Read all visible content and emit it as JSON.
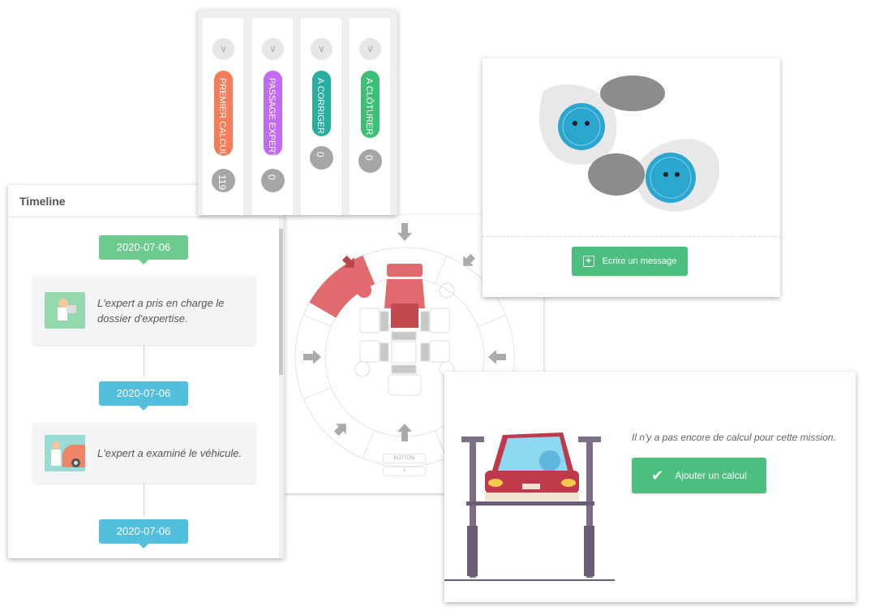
{
  "kanban": {
    "columns": [
      {
        "label": "PREMIER CALCUL",
        "count": "119",
        "color": "#f47c5a"
      },
      {
        "label": "PASSAGE EXPERT",
        "count": "0",
        "color": "#c36af2"
      },
      {
        "label": "A CORRIGER",
        "count": "0",
        "color": "#27ae9e"
      },
      {
        "label": "A CLÔTURER",
        "count": "0",
        "color": "#3dbf75"
      }
    ]
  },
  "timeline": {
    "title": "Timeline",
    "entries": [
      {
        "date": "2020-07-06",
        "text": "L'expert a pris en charge le dossier d'expertise.",
        "color": "#6ccb8e"
      },
      {
        "date": "2020-07-06",
        "text": "L'expert a examiné le véhicule.",
        "color": "#52bfdc"
      },
      {
        "date": "2020-07-06",
        "color": "#52bfdc"
      }
    ]
  },
  "diagram": {
    "bottom_label": "BOTTOM",
    "help_label": "?",
    "selected_color": "#e06a6e"
  },
  "message": {
    "button_label": "Ecrire un message"
  },
  "calc": {
    "empty_text": "Il n'y a pas encore de calcul pour cette mission.",
    "button_label": "Ajouter un calcul"
  }
}
